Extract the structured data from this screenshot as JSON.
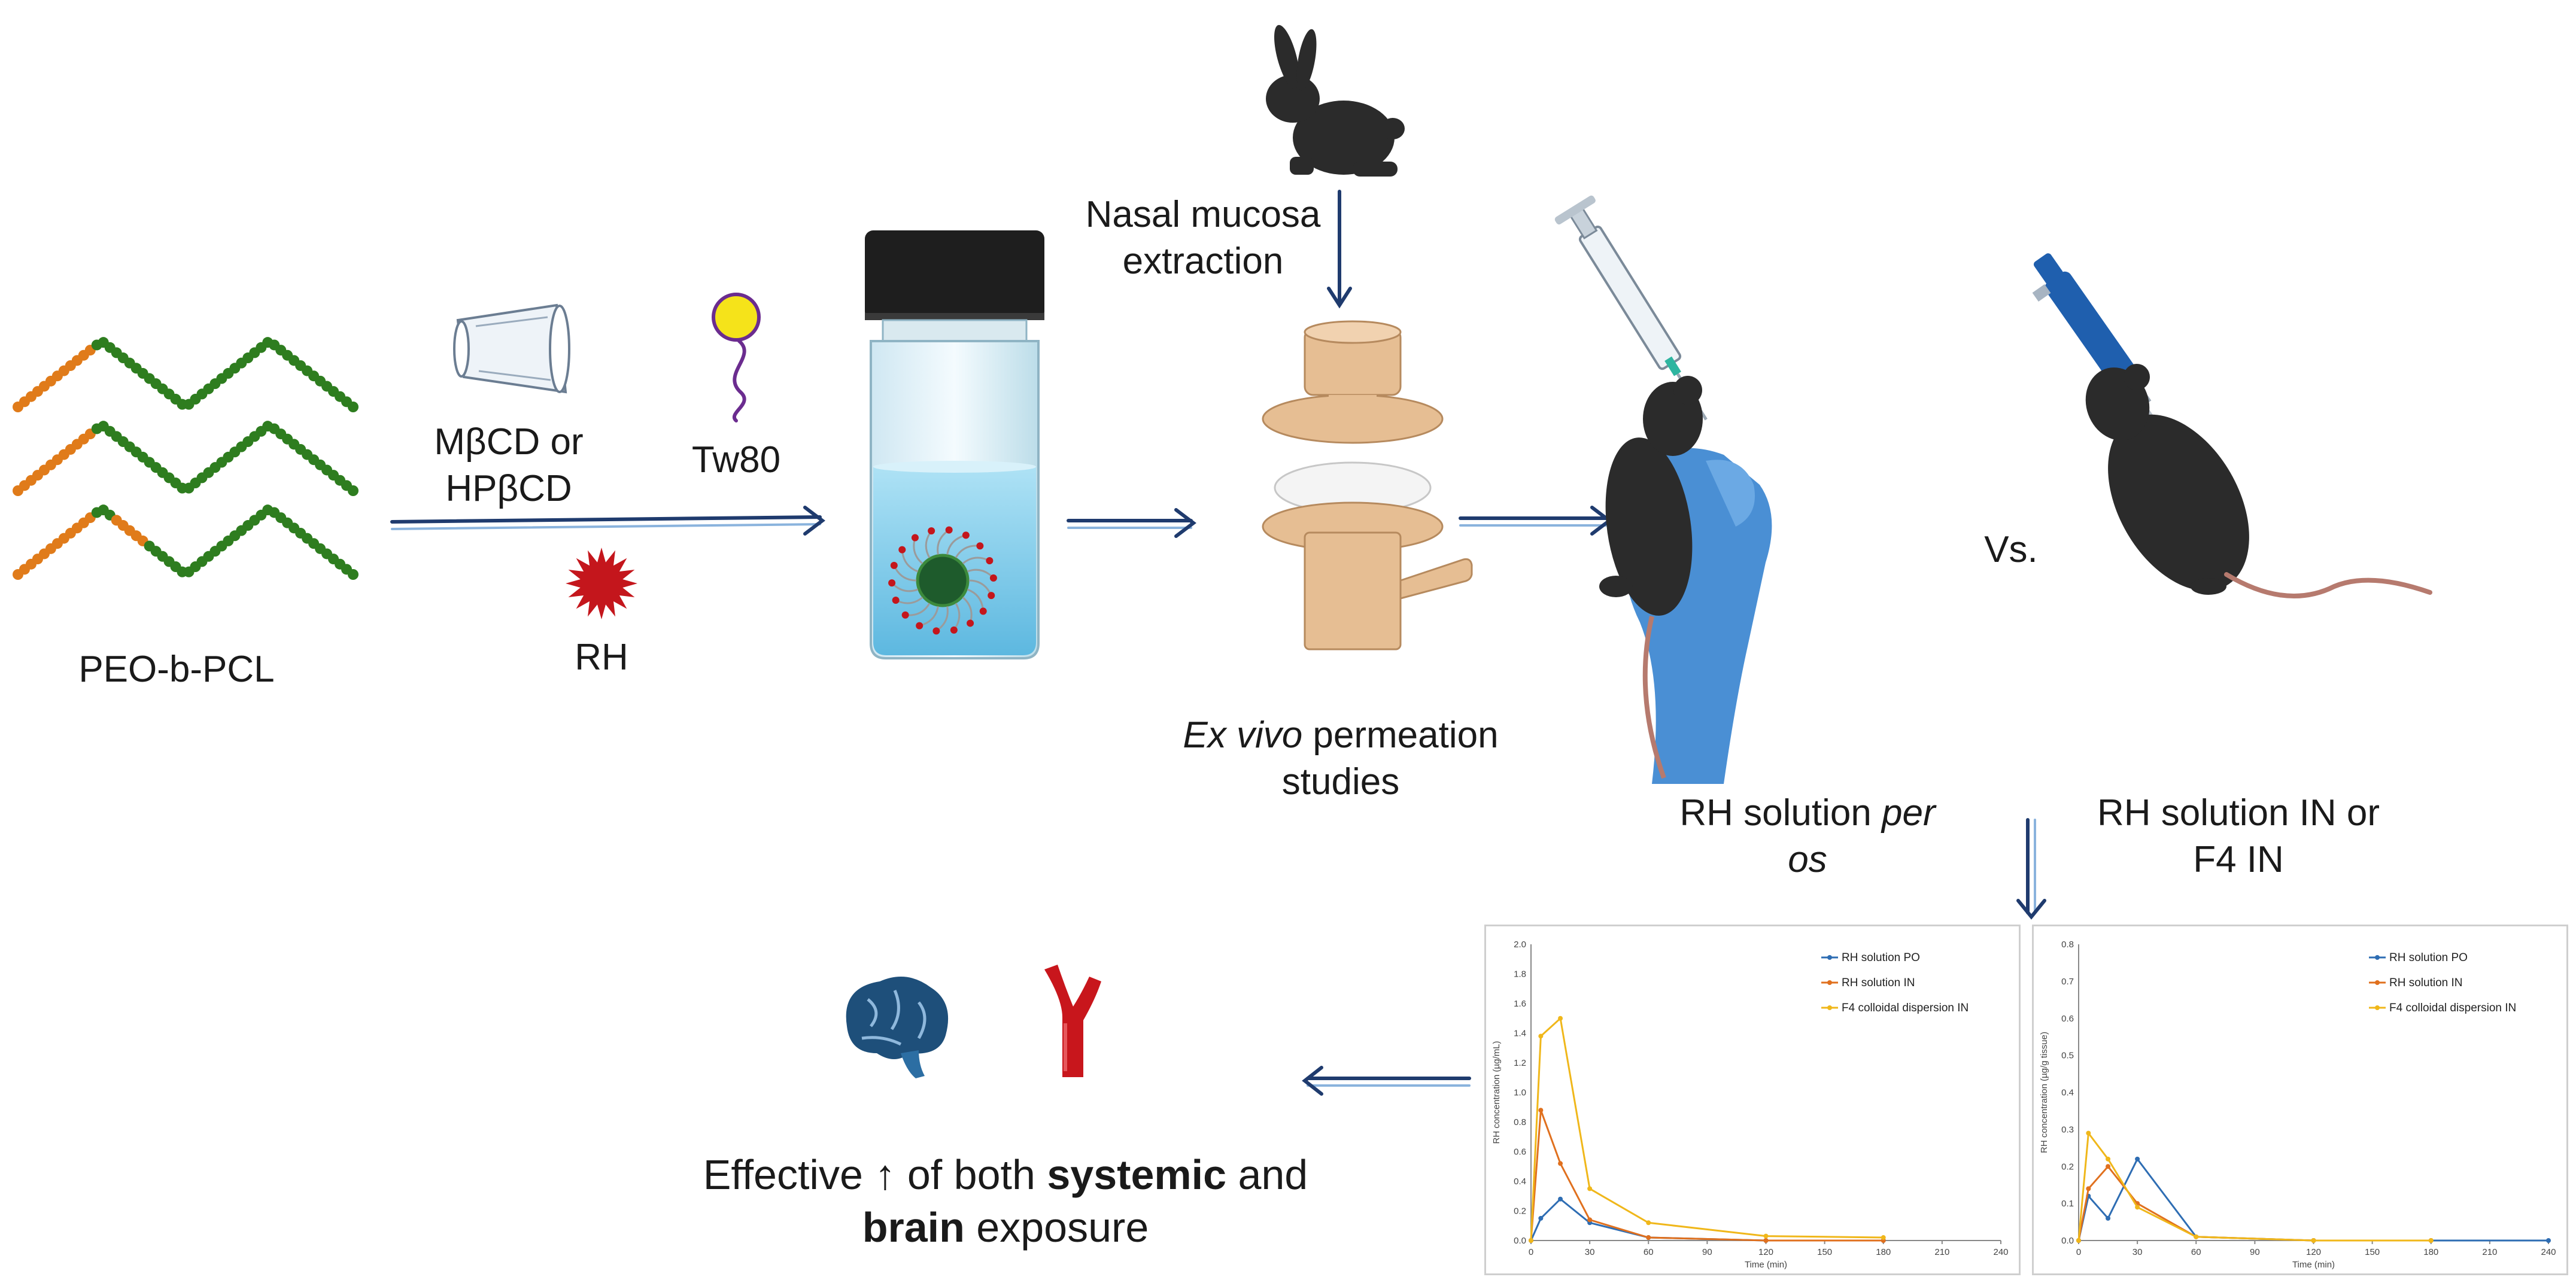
{
  "labels": {
    "polymer": "PEO-b-PCL",
    "cyclodextrin_line1": "MβCD or",
    "cyclodextrin_line2": "HPβCD",
    "surfactant": "Tw80",
    "drug": "RH",
    "nasal_line1": "Nasal mucosa",
    "nasal_line2": "extraction",
    "exvivo_italic": "Ex vivo",
    "exvivo_rest": " permeation",
    "exvivo_line2": "studies",
    "po_line1_plain": "RH solution ",
    "po_line1_italic": "per",
    "po_line2_italic": "os",
    "versus": "Vs.",
    "in_line1": "RH solution IN or",
    "in_line2": "F4 IN",
    "outcome_line1_a": "Effective ↑ of both ",
    "outcome_line1_bold": "systemic",
    "outcome_line1_b": " and",
    "outcome_line2_bold": "brain",
    "outcome_line2_rest": " exposure"
  },
  "colors": {
    "chain_green": "#2e7d1f",
    "chain_orange": "#e07b1a",
    "arrow": "#1f3b6e",
    "tween_head": "#f5e31a",
    "tween_tail": "#6b2c8f",
    "drug_star": "#c4161c",
    "cap": "#1e1e1e",
    "liquid": "#8fd3ee",
    "franz_cell": "#e6be93",
    "animal": "#2b2b2b",
    "glove": "#4a8fd4",
    "brain": "#1e4f7a",
    "vessel": "#c8161c",
    "series_po": "#2e6db3",
    "series_in": "#e0701e",
    "series_f4": "#f0b71a"
  },
  "chart_data": [
    {
      "type": "line",
      "ylabel": "RH concentration (µg/mL)",
      "xlabel": "Time (min)",
      "ylim": [
        0,
        2.0
      ],
      "yticks": [
        "0.0",
        "0.2",
        "0.4",
        "0.6",
        "0.8",
        "1.0",
        "1.2",
        "1.4",
        "1.6",
        "1.8",
        "2.0"
      ],
      "xlim": [
        0,
        240
      ],
      "xticks": [
        "0",
        "30",
        "60",
        "90",
        "120",
        "150",
        "180",
        "210",
        "240"
      ],
      "legend_position": "top-right",
      "series": [
        {
          "name": "RH solution PO",
          "color": "#2e6db3",
          "x": [
            0,
            5,
            15,
            30,
            60,
            120,
            180
          ],
          "y": [
            0,
            0.15,
            0.28,
            0.12,
            0.02,
            0.0,
            0.0
          ]
        },
        {
          "name": "RH solution IN",
          "color": "#e0701e",
          "x": [
            0,
            5,
            15,
            30,
            60,
            120,
            180
          ],
          "y": [
            0,
            0.88,
            0.52,
            0.14,
            0.02,
            0.0,
            0.0
          ]
        },
        {
          "name": "F4   colloidal dispersion IN",
          "color": "#f0b71a",
          "x": [
            0,
            5,
            15,
            30,
            60,
            120,
            180
          ],
          "y": [
            0,
            1.38,
            1.5,
            0.35,
            0.12,
            0.03,
            0.02
          ]
        }
      ]
    },
    {
      "type": "line",
      "ylabel": "RH concentration (µg/g tissue)",
      "xlabel": "Time (min)",
      "ylim": [
        0,
        0.8
      ],
      "yticks": [
        "0.0",
        "0.1",
        "0.2",
        "0.3",
        "0.4",
        "0.5",
        "0.6",
        "0.7",
        "0.8"
      ],
      "xlim": [
        0,
        240
      ],
      "xticks": [
        "0",
        "30",
        "60",
        "90",
        "120",
        "150",
        "180",
        "210",
        "240"
      ],
      "legend_position": "top-right",
      "series": [
        {
          "name": "RH solution PO",
          "color": "#2e6db3",
          "x": [
            0,
            5,
            15,
            30,
            60,
            120,
            180,
            240
          ],
          "y": [
            0,
            0.12,
            0.06,
            0.22,
            0.01,
            0.0,
            0.0,
            0.0
          ]
        },
        {
          "name": "RH solution IN",
          "color": "#e0701e",
          "x": [
            0,
            5,
            15,
            30,
            60,
            120,
            180
          ],
          "y": [
            0,
            0.14,
            0.2,
            0.1,
            0.01,
            0.0,
            0.0
          ]
        },
        {
          "name": "F4   colloidal dispersion IN",
          "color": "#f0b71a",
          "x": [
            0,
            5,
            15,
            30,
            60,
            120,
            180
          ],
          "y": [
            0,
            0.29,
            0.22,
            0.09,
            0.01,
            0.0,
            0.0
          ]
        }
      ]
    }
  ]
}
